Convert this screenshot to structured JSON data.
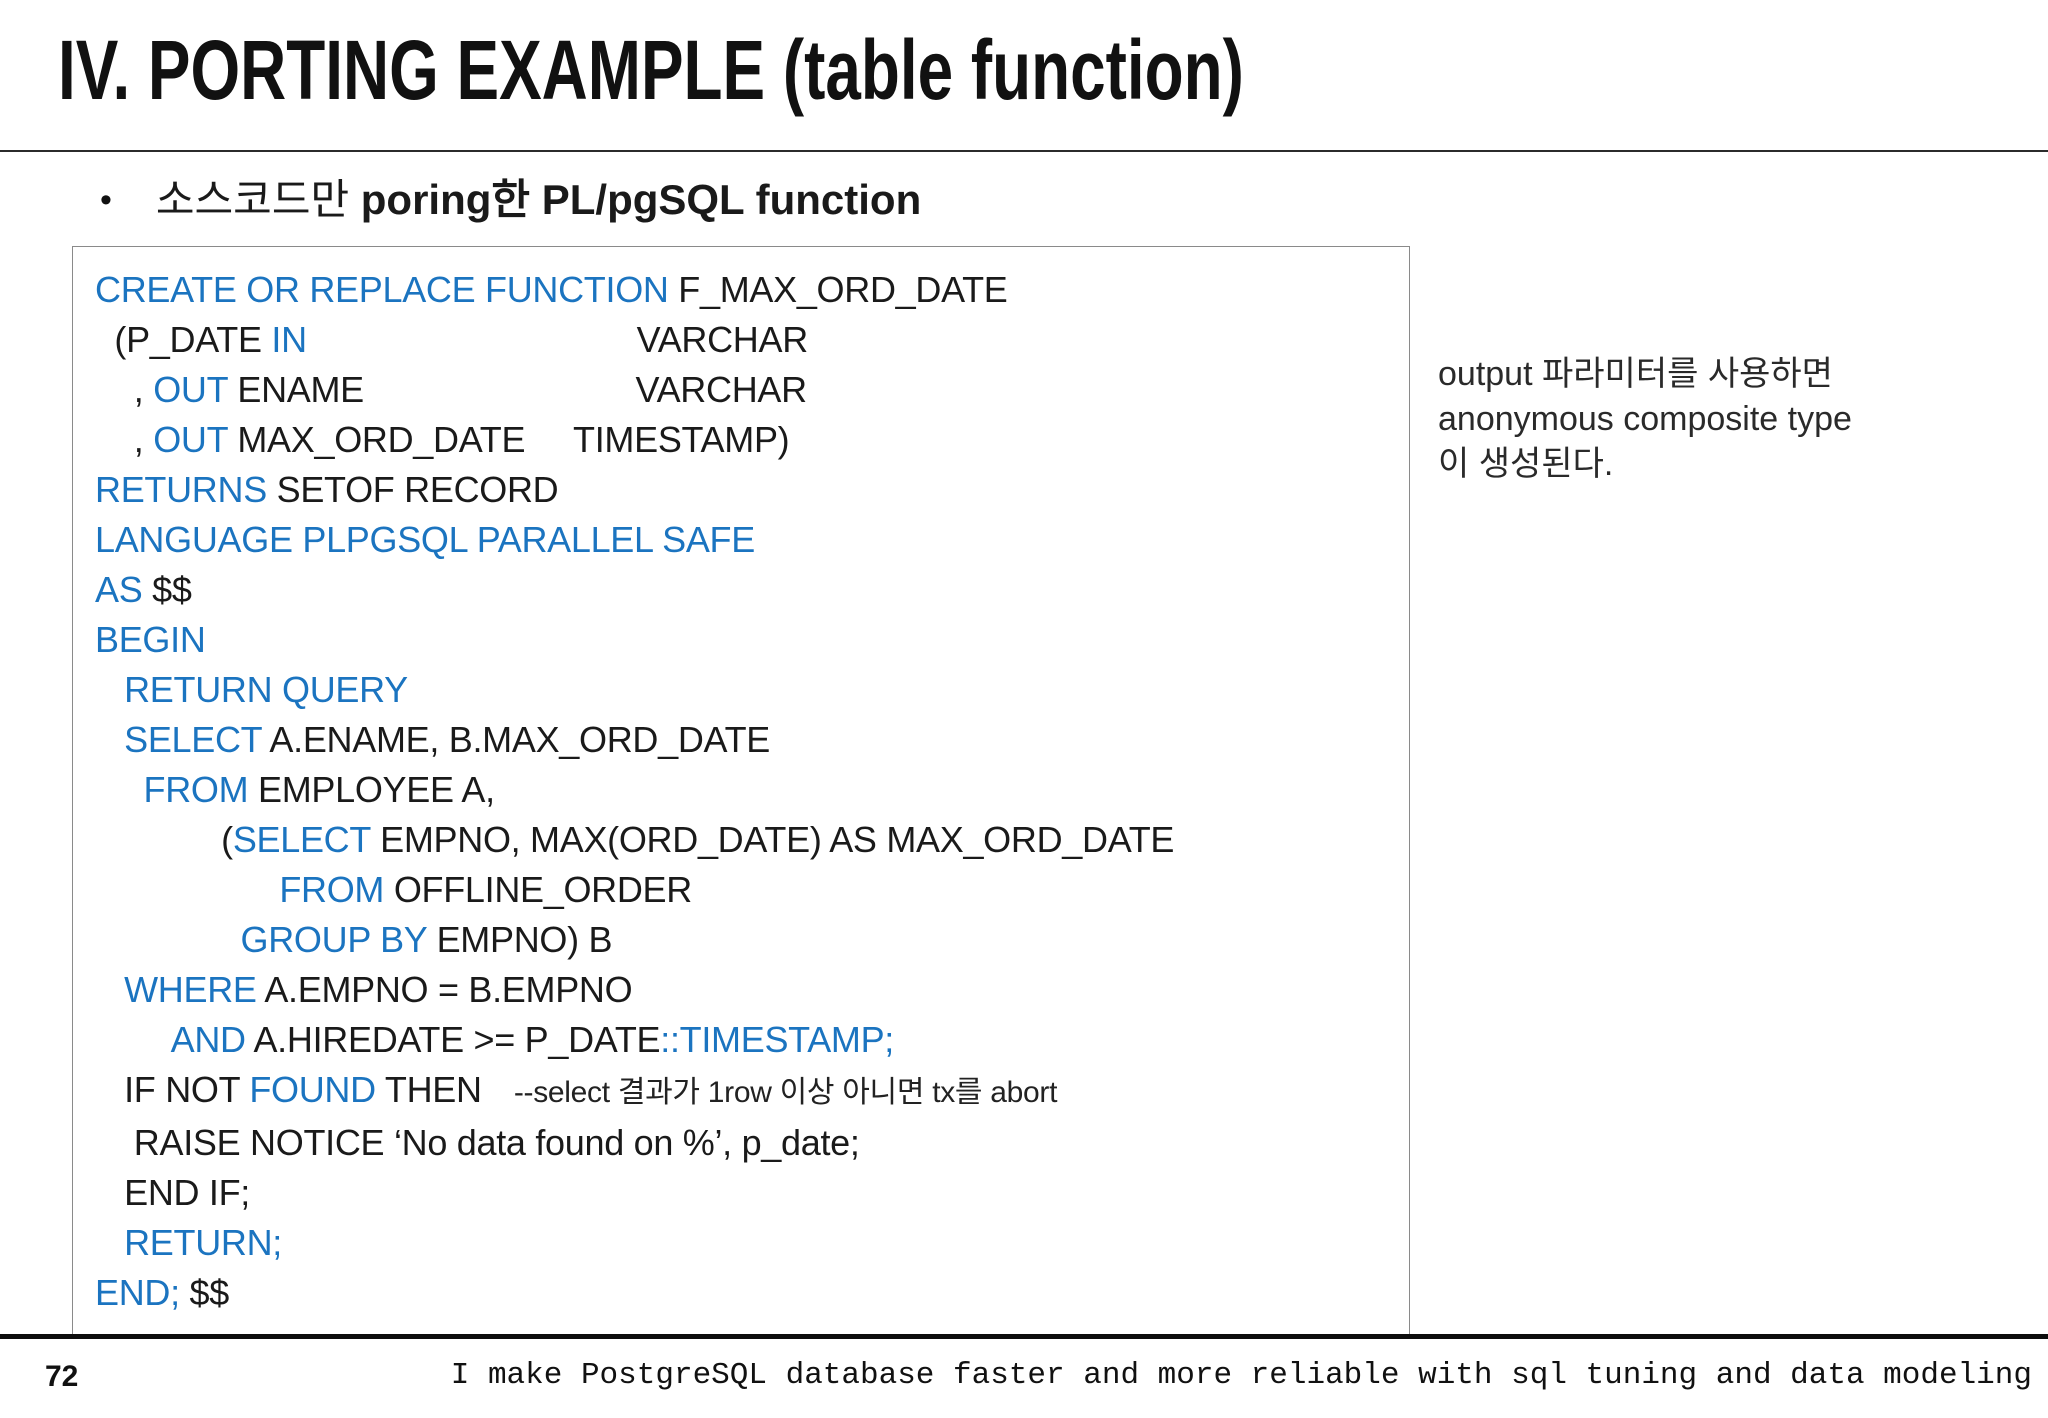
{
  "slide": {
    "title": "IV. PORTING EXAMPLE (table function)"
  },
  "bullet": {
    "marker": "•",
    "segments": [
      [
        "n",
        "소스코드만 "
      ],
      [
        "b",
        "poring한 PL/pgSQL function"
      ]
    ]
  },
  "code": {
    "lines": [
      [
        [
          "k",
          "CREATE OR REPLACE FUNCTION"
        ],
        [
          "p",
          " F_MAX_ORD_DATE"
        ]
      ],
      [
        [
          "p",
          "  (P_DATE "
        ],
        [
          "k",
          "IN"
        ],
        [
          "p",
          "                                  VARCHAR"
        ]
      ],
      [
        [
          "p",
          "    , "
        ],
        [
          "k",
          "OUT"
        ],
        [
          "p",
          " ENAME                            VARCHAR"
        ]
      ],
      [
        [
          "p",
          "    , "
        ],
        [
          "k",
          "OUT"
        ],
        [
          "p",
          " MAX_ORD_DATE     TIMESTAMP)"
        ]
      ],
      [
        [
          "k",
          "RETURNS"
        ],
        [
          "p",
          " SETOF RECORD"
        ]
      ],
      [
        [
          "k",
          "LANGUAGE PLPGSQL PARALLEL SAFE"
        ]
      ],
      [
        [
          "k",
          "AS"
        ],
        [
          "p",
          " $$"
        ]
      ],
      [
        [
          "k",
          "BEGIN"
        ]
      ],
      [
        [
          "p",
          "   "
        ],
        [
          "k",
          "RETURN QUERY"
        ]
      ],
      [
        [
          "p",
          "   "
        ],
        [
          "k",
          "SELECT"
        ],
        [
          "p",
          " A.ENAME, B.MAX_ORD_DATE"
        ]
      ],
      [
        [
          "p",
          "     "
        ],
        [
          "k",
          "FROM"
        ],
        [
          "p",
          " EMPLOYEE A,"
        ]
      ],
      [
        [
          "p",
          "             ("
        ],
        [
          "k",
          "SELECT"
        ],
        [
          "p",
          " EMPNO, MAX(ORD_DATE) AS MAX_ORD_DATE"
        ]
      ],
      [
        [
          "p",
          "                   "
        ],
        [
          "k",
          "FROM"
        ],
        [
          "p",
          " OFFLINE_ORDER"
        ]
      ],
      [
        [
          "p",
          "               "
        ],
        [
          "k",
          "GROUP BY"
        ],
        [
          "p",
          " EMPNO) B"
        ]
      ],
      [
        [
          "p",
          "   "
        ],
        [
          "k",
          "WHERE"
        ],
        [
          "p",
          " A.EMPNO = B.EMPNO"
        ]
      ],
      [
        [
          "p",
          "        "
        ],
        [
          "k",
          "AND"
        ],
        [
          "p",
          " A.HIREDATE >= P_DATE"
        ],
        [
          "k",
          "::TIMESTAMP;"
        ]
      ],
      [
        [
          "p",
          "   IF NOT "
        ],
        [
          "k",
          "FOUND"
        ],
        [
          "p",
          " THEN"
        ],
        [
          "c",
          "    --select 결과가 1row 이상 아니면 tx를 abort"
        ]
      ],
      [
        [
          "p",
          "    RAISE NOTICE ‘No data found on %’, p_date;"
        ]
      ],
      [
        [
          "p",
          "   END IF;"
        ]
      ],
      [
        [
          "p",
          "   "
        ],
        [
          "k",
          "RETURN;"
        ]
      ],
      [
        [
          "k",
          "END;"
        ],
        [
          "p",
          " $$"
        ]
      ]
    ]
  },
  "note": {
    "lines": [
      "output 파라미터를 사용하면",
      "anonymous composite type",
      "이 생성된다."
    ]
  },
  "footer": {
    "page_number": "72",
    "tagline": "I make PostgreSQL database faster and more reliable with sql tuning and data modeling"
  },
  "colors": {
    "keyword_blue": "#1B74C0",
    "text_black": "#1A1A1A",
    "panel_border": "#8A8A8A"
  }
}
